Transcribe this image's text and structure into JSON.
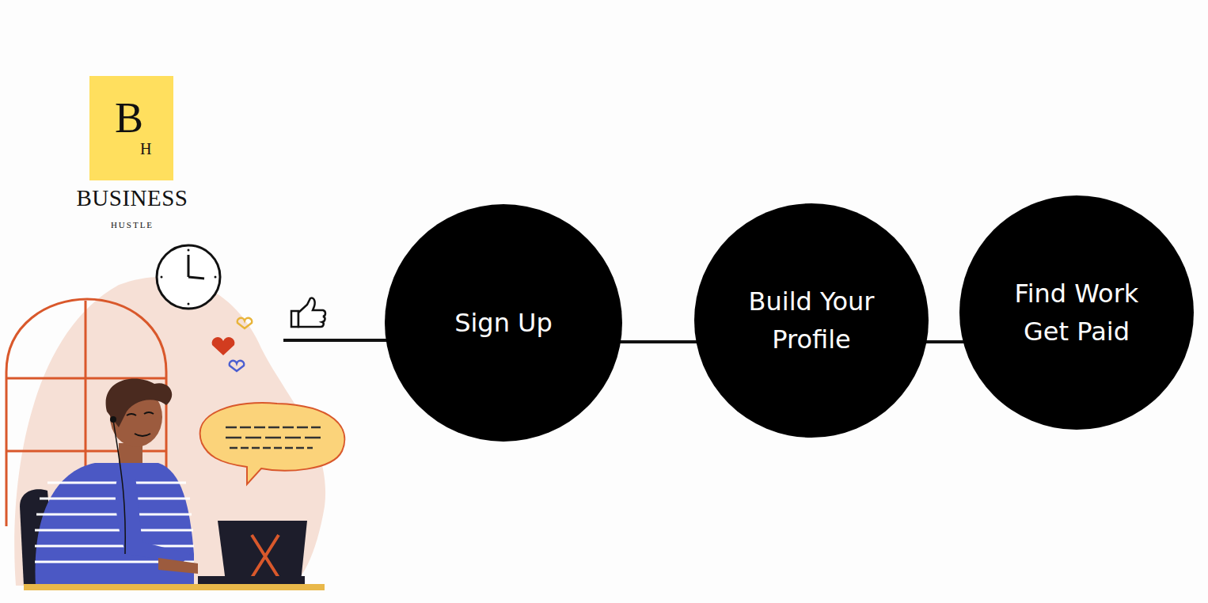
{
  "diagram": {
    "nodes": [
      {
        "text": [
          "B",
          "H"
        ]
      },
      {
        "text": [
          "Sign Up"
        ]
      },
      {
        "text": [
          "Build Your Profile"
        ]
      },
      {
        "text": [
          "Find Work Get Paid"
        ]
      }
    ],
    "edges": [
      {
        "from": 1,
        "to": 2,
        "arrow": "none"
      },
      {
        "from": 2,
        "to": 3,
        "arrow": "none"
      }
    ],
    "labels": [
      "BUSINESS",
      "HUSTLE"
    ]
  }
}
